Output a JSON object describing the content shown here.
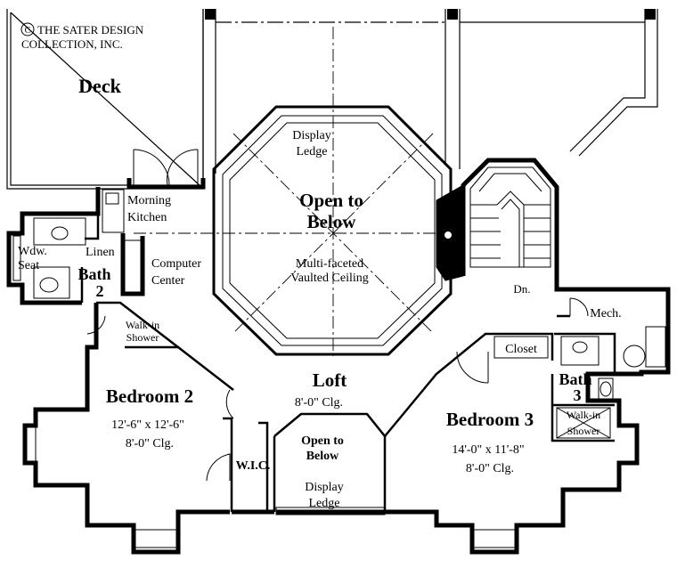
{
  "copyright": {
    "symbol": "C",
    "line1": "THE SATER DESIGN",
    "line2": "COLLECTION, INC."
  },
  "rooms": {
    "deck": "Deck",
    "open_to_below_main": {
      "line1": "Open to",
      "line2": "Below"
    },
    "display_ledge_top": {
      "line1": "Display",
      "line2": "Ledge"
    },
    "vaulted": {
      "line1": "Multi-faceted",
      "line2": "Vaulted Ceiling"
    },
    "morning_kitchen": {
      "line1": "Morning",
      "line2": "Kitchen"
    },
    "computer_center": {
      "line1": "Computer",
      "line2": "Center"
    },
    "wdw_seat": {
      "line1": "Wdw.",
      "line2": "Seat"
    },
    "linen": "Linen",
    "bath2": {
      "line1": "Bath",
      "line2": "2"
    },
    "walkin_shower_2": {
      "line1": "Walk-in",
      "line2": "Shower"
    },
    "loft": {
      "name": "Loft",
      "ceiling": "8'-0\" Clg."
    },
    "bedroom2": {
      "name": "Bedroom 2",
      "size": "12'-6\" x 12'-6\"",
      "ceiling": "8'-0\" Clg."
    },
    "bedroom3": {
      "name": "Bedroom 3",
      "size": "14'-0\" x 11'-8\"",
      "ceiling": "8'-0\" Clg."
    },
    "wic": "W.I.C.",
    "open_to_below_small": {
      "line1": "Open to",
      "line2": "Below"
    },
    "display_ledge_bottom": {
      "line1": "Display",
      "line2": "Ledge"
    },
    "dn": "Dn.",
    "mech": "Mech.",
    "closet": "Closet",
    "bath3": {
      "line1": "Bath",
      "line2": "3"
    },
    "walkin_shower_3": {
      "line1": "Walk-in",
      "line2": "Shower"
    }
  }
}
